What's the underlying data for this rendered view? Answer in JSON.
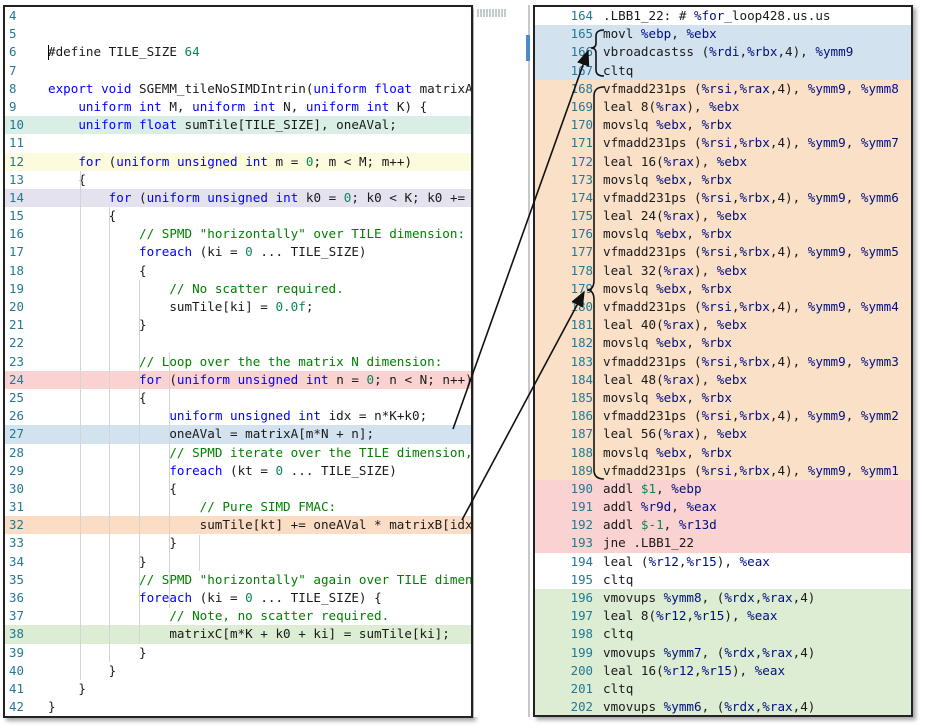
{
  "left_pane": {
    "lines": [
      {
        "n": "4",
        "t": "",
        "bg": "#ffffff"
      },
      {
        "n": "5",
        "t": "",
        "bg": "#ffffff"
      },
      {
        "n": "6",
        "t": "#define TILE_SIZE 64",
        "bg": "#ffffff"
      },
      {
        "n": "7",
        "t": "",
        "bg": "#ffffff"
      },
      {
        "n": "8",
        "t": "export void SGEMM_tileNoSIMDIntrin(uniform float matrixA",
        "bg": "#ffffff"
      },
      {
        "n": "9",
        "t": "    uniform int M, uniform int N, uniform int K) {",
        "bg": "#ffffff"
      },
      {
        "n": "10",
        "t": "    uniform float sumTile[TILE_SIZE], oneAVal;",
        "bg": "#d9efe6"
      },
      {
        "n": "11",
        "t": "",
        "bg": "#ffffff"
      },
      {
        "n": "12",
        "t": "    for (uniform unsigned int m = 0; m < M; m++)",
        "bg": "#fcfbdd"
      },
      {
        "n": "13",
        "t": "    {",
        "bg": "#ffffff"
      },
      {
        "n": "14",
        "t": "        for (uniform unsigned int k0 = 0; k0 < K; k0 +=",
        "bg": "#e4e2ef"
      },
      {
        "n": "15",
        "t": "        {",
        "bg": "#ffffff"
      },
      {
        "n": "16",
        "t": "            // SPMD \"horizontally\" over TILE dimension:",
        "bg": "#ffffff"
      },
      {
        "n": "17",
        "t": "            foreach (ki = 0 ... TILE_SIZE)",
        "bg": "#ffffff"
      },
      {
        "n": "18",
        "t": "            {",
        "bg": "#ffffff"
      },
      {
        "n": "19",
        "t": "                // No scatter required.",
        "bg": "#ffffff"
      },
      {
        "n": "20",
        "t": "                sumTile[ki] = 0.0f;",
        "bg": "#ffffff"
      },
      {
        "n": "21",
        "t": "            }",
        "bg": "#ffffff"
      },
      {
        "n": "22",
        "t": "",
        "bg": "#ffffff"
      },
      {
        "n": "23",
        "t": "            // Loop over the the matrix N dimension:",
        "bg": "#ffffff"
      },
      {
        "n": "24",
        "t": "            for (uniform unsigned int n = 0; n < N; n++)",
        "bg": "#fbd2d2"
      },
      {
        "n": "25",
        "t": "            {",
        "bg": "#ffffff"
      },
      {
        "n": "26",
        "t": "                uniform unsigned int idx = n*K+k0;",
        "bg": "#ffffff"
      },
      {
        "n": "27",
        "t": "                oneAVal = matrixA[m*N + n];",
        "bg": "#d2e2ef"
      },
      {
        "n": "28",
        "t": "                // SPMD iterate over the TILE dimension,",
        "bg": "#ffffff"
      },
      {
        "n": "29",
        "t": "                foreach (kt = 0 ... TILE_SIZE)",
        "bg": "#ffffff"
      },
      {
        "n": "30",
        "t": "                {",
        "bg": "#ffffff"
      },
      {
        "n": "31",
        "t": "                    // Pure SIMD FMAC:",
        "bg": "#ffffff"
      },
      {
        "n": "32",
        "t": "                    sumTile[kt] += oneAVal * matrixB[idx",
        "bg": "#fbdcc4"
      },
      {
        "n": "33",
        "t": "                }",
        "bg": "#ffffff"
      },
      {
        "n": "34",
        "t": "            }",
        "bg": "#ffffff"
      },
      {
        "n": "35",
        "t": "            // SPMD \"horizontally\" again over TILE dimen",
        "bg": "#ffffff"
      },
      {
        "n": "36",
        "t": "            foreach (ki = 0 ... TILE_SIZE) {",
        "bg": "#ffffff"
      },
      {
        "n": "37",
        "t": "                // Note, no scatter required.",
        "bg": "#ffffff"
      },
      {
        "n": "38",
        "t": "                matrixC[m*K + k0 + ki] = sumTile[ki];",
        "bg": "#dcedd3"
      },
      {
        "n": "39",
        "t": "            }",
        "bg": "#ffffff"
      },
      {
        "n": "40",
        "t": "        }",
        "bg": "#ffffff"
      },
      {
        "n": "41",
        "t": "    }",
        "bg": "#ffffff"
      },
      {
        "n": "42",
        "t": "}",
        "bg": "#ffffff"
      }
    ]
  },
  "right_pane": {
    "lines": [
      {
        "n": "164",
        "t": ".LBB1_22: # %for_loop428.us.us",
        "bg": "#ffffff"
      },
      {
        "n": "165",
        "t": "movl %ebp, %ebx",
        "bg": "#d3e2ef"
      },
      {
        "n": "166",
        "t": "vbroadcastss (%rdi,%rbx,4), %ymm9",
        "bg": "#d3e2ef"
      },
      {
        "n": "167",
        "t": "cltq",
        "bg": "#d3e2ef"
      },
      {
        "n": "168",
        "t": "vfmadd231ps (%rsi,%rax,4), %ymm9, %ymm8",
        "bg": "#fbe0c8"
      },
      {
        "n": "169",
        "t": "leal 8(%rax), %ebx",
        "bg": "#fbe0c8"
      },
      {
        "n": "170",
        "t": "movslq %ebx, %rbx",
        "bg": "#fbe0c8"
      },
      {
        "n": "171",
        "t": "vfmadd231ps (%rsi,%rbx,4), %ymm9, %ymm7",
        "bg": "#fbe0c8"
      },
      {
        "n": "172",
        "t": "leal 16(%rax), %ebx",
        "bg": "#fbe0c8"
      },
      {
        "n": "173",
        "t": "movslq %ebx, %rbx",
        "bg": "#fbe0c8"
      },
      {
        "n": "174",
        "t": "vfmadd231ps (%rsi,%rbx,4), %ymm9, %ymm6",
        "bg": "#fbe0c8"
      },
      {
        "n": "175",
        "t": "leal 24(%rax), %ebx",
        "bg": "#fbe0c8"
      },
      {
        "n": "176",
        "t": "movslq %ebx, %rbx",
        "bg": "#fbe0c8"
      },
      {
        "n": "177",
        "t": "vfmadd231ps (%rsi,%rbx,4), %ymm9, %ymm5",
        "bg": "#fbe0c8"
      },
      {
        "n": "178",
        "t": "leal 32(%rax), %ebx",
        "bg": "#fbe0c8"
      },
      {
        "n": "179",
        "t": "movslq %ebx, %rbx",
        "bg": "#fbe0c8"
      },
      {
        "n": "180",
        "t": "vfmadd231ps (%rsi,%rbx,4), %ymm9, %ymm4",
        "bg": "#fbe0c8"
      },
      {
        "n": "181",
        "t": "leal 40(%rax), %ebx",
        "bg": "#fbe0c8"
      },
      {
        "n": "182",
        "t": "movslq %ebx, %rbx",
        "bg": "#fbe0c8"
      },
      {
        "n": "183",
        "t": "vfmadd231ps (%rsi,%rbx,4), %ymm9, %ymm3",
        "bg": "#fbe0c8"
      },
      {
        "n": "184",
        "t": "leal 48(%rax), %ebx",
        "bg": "#fbe0c8"
      },
      {
        "n": "185",
        "t": "movslq %ebx, %rbx",
        "bg": "#fbe0c8"
      },
      {
        "n": "186",
        "t": "vfmadd231ps (%rsi,%rbx,4), %ymm9, %ymm2",
        "bg": "#fbe0c8"
      },
      {
        "n": "187",
        "t": "leal 56(%rax), %ebx",
        "bg": "#fbe0c8"
      },
      {
        "n": "188",
        "t": "movslq %ebx, %rbx",
        "bg": "#fbe0c8"
      },
      {
        "n": "189",
        "t": "vfmadd231ps (%rsi,%rbx,4), %ymm9, %ymm1",
        "bg": "#fbe0c8"
      },
      {
        "n": "190",
        "t": "addl $1, %ebp",
        "bg": "#fbd2d2"
      },
      {
        "n": "191",
        "t": "addl %r9d, %eax",
        "bg": "#fbd2d2"
      },
      {
        "n": "192",
        "t": "addl $-1, %r13d",
        "bg": "#fbd2d2"
      },
      {
        "n": "193",
        "t": "jne .LBB1_22",
        "bg": "#fbd2d2"
      },
      {
        "n": "194",
        "t": "leal (%r12,%r15), %eax",
        "bg": "#ffffff"
      },
      {
        "n": "195",
        "t": "cltq",
        "bg": "#ffffff"
      },
      {
        "n": "196",
        "t": "vmovups %ymm8, (%rdx,%rax,4)",
        "bg": "#dcedd3"
      },
      {
        "n": "197",
        "t": "leal 8(%r12,%r15), %eax",
        "bg": "#dcedd3"
      },
      {
        "n": "198",
        "t": "cltq",
        "bg": "#dcedd3"
      },
      {
        "n": "199",
        "t": "vmovups %ymm7, (%rdx,%rax,4)",
        "bg": "#dcedd3"
      },
      {
        "n": "200",
        "t": "leal 16(%r12,%r15), %eax",
        "bg": "#dcedd3"
      },
      {
        "n": "201",
        "t": "cltq",
        "bg": "#dcedd3"
      },
      {
        "n": "202",
        "t": "vmovups %ymm6, (%rdx,%rax,4)",
        "bg": "#dcedd3"
      }
    ]
  },
  "colors": {
    "line_number": "#237893",
    "keyword": "#0000ff",
    "comment": "#008000",
    "number": "#098658",
    "arrow": "#111111"
  }
}
